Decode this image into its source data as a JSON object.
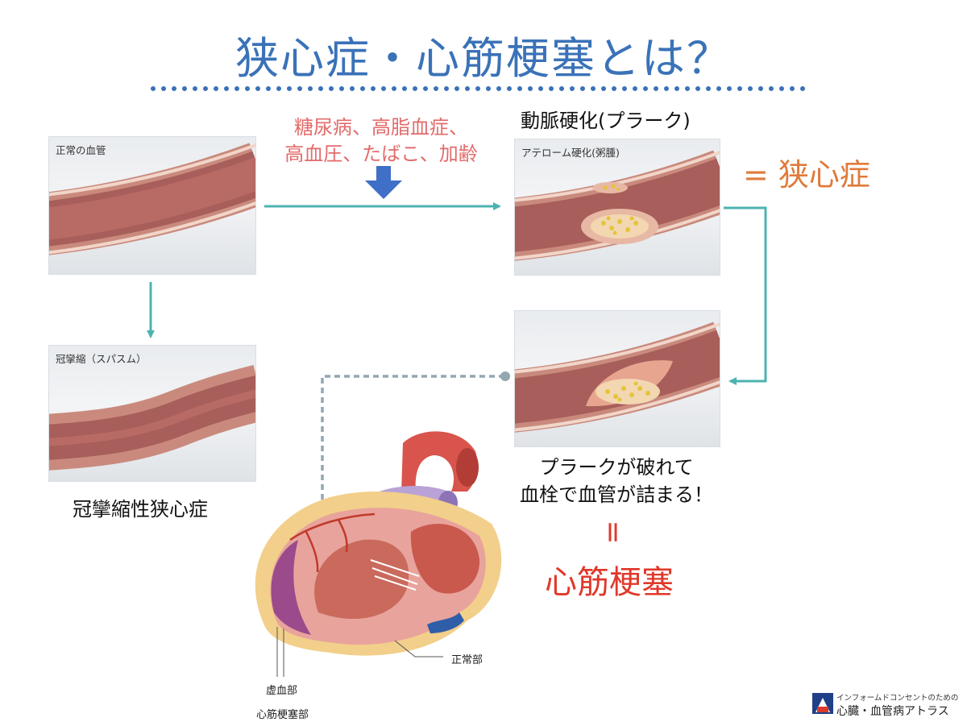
{
  "title": "狭心症・心筋梗塞とは？",
  "panels": {
    "normal": "正常の血管",
    "athero": "アテローム硬化(粥腫)",
    "spasm": "冠攣縮（スパスム）"
  },
  "risk_factors": {
    "line1": "糖尿病、高脂血症、",
    "line2": "高血圧、たばこ、加齢"
  },
  "arteriosclerosis_label": "動脈硬化(プラーク)",
  "angina_label": "= 狭心症",
  "spasm_caption": "冠攣縮性狭心症",
  "rupture": {
    "line1": "プラークが破れて",
    "line2": "血栓で血管が詰まる！"
  },
  "equals_sign": "=",
  "mi_label": "心筋梗塞",
  "heart_labels": {
    "normal": "正常部",
    "ischemic": "虚血部",
    "infarct": "心筋梗塞部"
  },
  "logo": {
    "line1": "インフォームドコンセントのための",
    "line2": "心臓・血管病アトラス"
  },
  "colors": {
    "title": "#3a72b8",
    "arrow_teal": "#4db3b0",
    "risk_text": "#e36b6b",
    "angina": "#e07a3b",
    "infarction": "#e0382a",
    "down_arrow": "#3f6fc6"
  }
}
